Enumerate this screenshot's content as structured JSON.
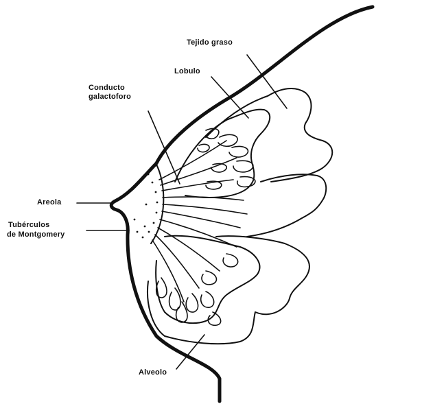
{
  "labels": {
    "tejido_graso": "Tejido graso",
    "lobulo": "Lobulo",
    "conducto_1": "Conducto",
    "conducto_2": "galactoforo",
    "areola": "Areola",
    "tuberculos_1": "Tubérculos",
    "tuberculos_2": "de Montgomery",
    "alveolo": "Alveolo"
  },
  "colors": {
    "ink": "#111111",
    "background": "#ffffff"
  }
}
